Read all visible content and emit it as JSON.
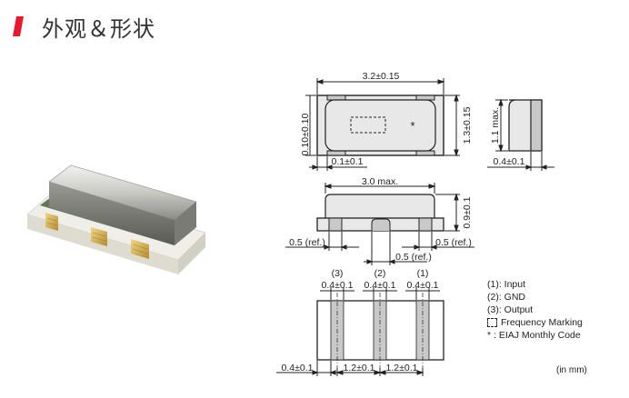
{
  "header": {
    "title": "外观＆形状"
  },
  "colors": {
    "accent": "#e8192c",
    "body_fill": "#e8e8e8",
    "terminal_fill": "#c9c9c9",
    "line": "#222222"
  },
  "dimensions": {
    "top_length": "3.2±0.15",
    "top_width": "1.3±0.15",
    "left_offset": "0.10±0.10",
    "bottom_gap": "0.1±0.1",
    "side_height": "1.1 max.",
    "side_width": "0.4±0.1",
    "front_length": "3.0 max.",
    "front_height": "0.9±0.1",
    "ref_left": "0.5 (ref.)",
    "ref_right": "0.5 (ref.)",
    "center_width": "0.5 (ref.)",
    "pad_label_3": "(3)",
    "pad_label_2": "(2)",
    "pad_label_1": "(1)",
    "pad_width_3": "0.4±0.1",
    "pad_width_2": "0.4±0.1",
    "pad_width_1": "0.4±0.1",
    "edge_width": "0.4±0.1",
    "pitch_left": "1.2±0.1",
    "pitch_right": "1.2±0.1",
    "marking_symbol": "*"
  },
  "legend": {
    "input": "(1): Input",
    "gnd": "(2): GND",
    "output": "(3): Output",
    "frequency_marking": "Frequency Marking",
    "eiaj_code": "* : EIAJ Monthly Code"
  },
  "unit_note": "(in mm)"
}
